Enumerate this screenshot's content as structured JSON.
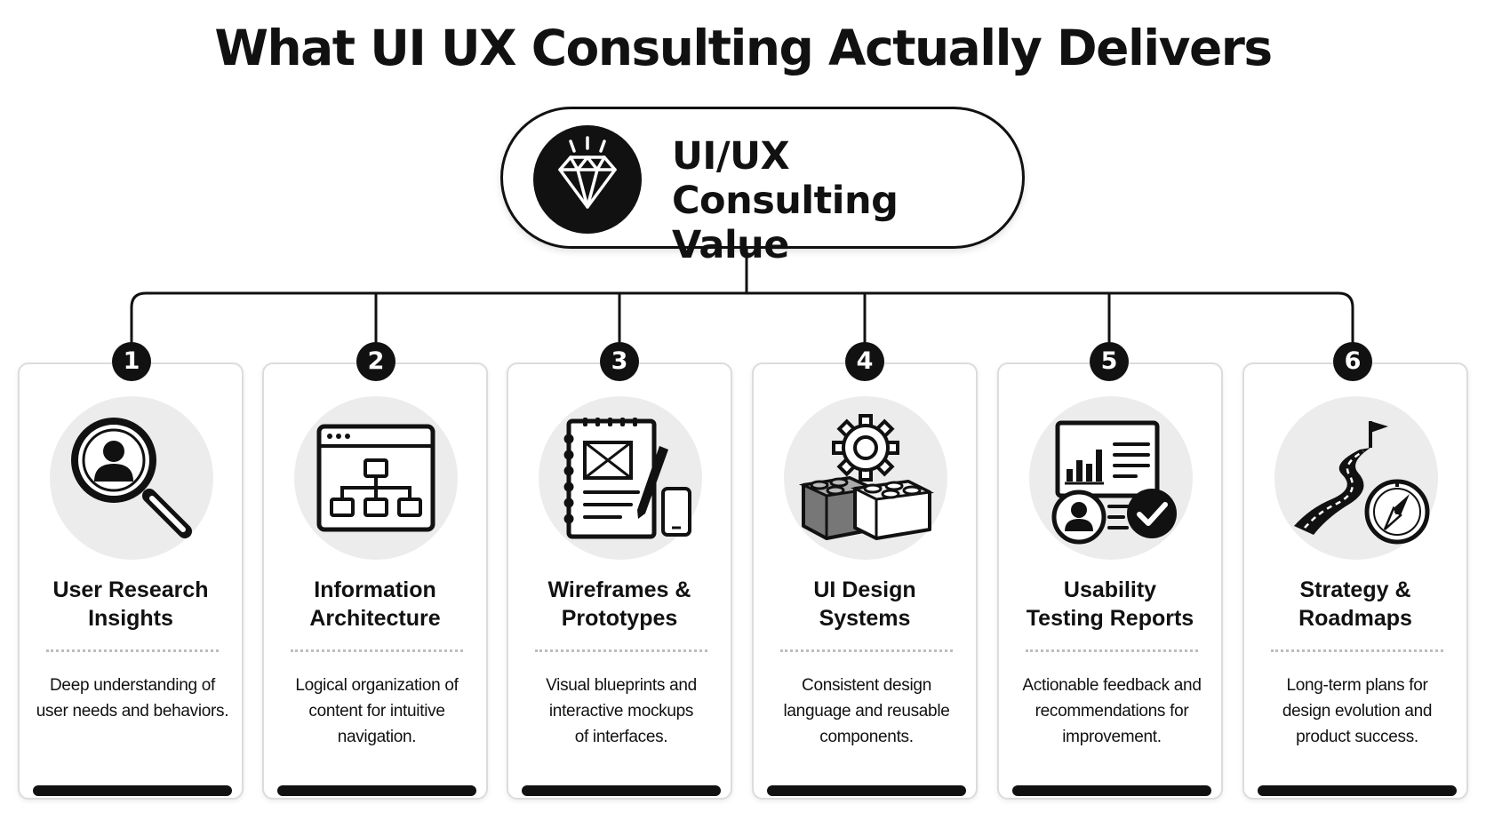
{
  "title": "What UI UX Consulting Actually Delivers",
  "hub": {
    "icon": "diamond-icon",
    "line1": "UI/UX",
    "line2": "Consulting Value"
  },
  "items": [
    {
      "number": "1",
      "icon": "magnifier-user-icon",
      "title": [
        "User Research",
        "Insights"
      ],
      "description": [
        "Deep understanding of",
        "user needs and behaviors."
      ]
    },
    {
      "number": "2",
      "icon": "sitemap-window-icon",
      "title": [
        "Information",
        "Architecture"
      ],
      "description": [
        "Logical organization of",
        "content for intuitive",
        "navigation."
      ]
    },
    {
      "number": "3",
      "icon": "wireframe-notebook-icon",
      "title": [
        "Wireframes &",
        "Prototypes"
      ],
      "description": [
        "Visual blueprints and",
        "interactive mockups",
        "of interfaces."
      ]
    },
    {
      "number": "4",
      "icon": "gear-blocks-icon",
      "title": [
        "UI Design",
        "Systems"
      ],
      "description": [
        "Consistent design",
        "language and reusable",
        "components."
      ]
    },
    {
      "number": "5",
      "icon": "report-user-check-icon",
      "title": [
        "Usability",
        "Testing Reports"
      ],
      "description": [
        "Actionable feedback and",
        "recommendations for",
        "improvement."
      ]
    },
    {
      "number": "6",
      "icon": "road-compass-icon",
      "title": [
        "Strategy &",
        "Roadmaps"
      ],
      "description": [
        "Long-term plans for",
        "design evolution and",
        "product success."
      ]
    }
  ]
}
